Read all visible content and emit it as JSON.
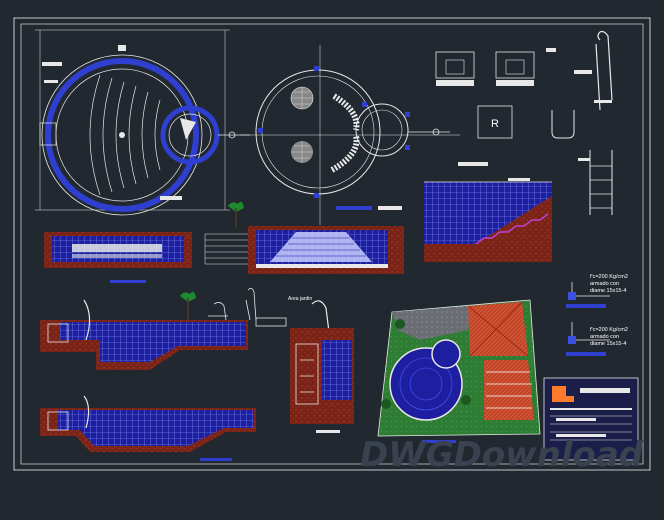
{
  "drawing": {
    "annotation_small": "Area jardin",
    "spec_1_line1": "f'c=200 Kg/cm2",
    "spec_1_line2": "armado con",
    "spec_1_line3": "diame 15x15-4",
    "spec_2_line1": "f'c=200 Kg/cm2",
    "spec_2_line2": "armado con",
    "spec_2_line3": "diame 15x15-4",
    "ladder_tag": "R",
    "watermark": "DWGDownload"
  },
  "colors": {
    "background": "#212830",
    "frame": "#c8c8c8",
    "water": "#1d1fa0",
    "brick": "#8a2a20",
    "lawn": "#2f7d34",
    "roof": "#c2452a",
    "lines": "#e8e8e8",
    "accent_cyan": "#33d0e6"
  }
}
